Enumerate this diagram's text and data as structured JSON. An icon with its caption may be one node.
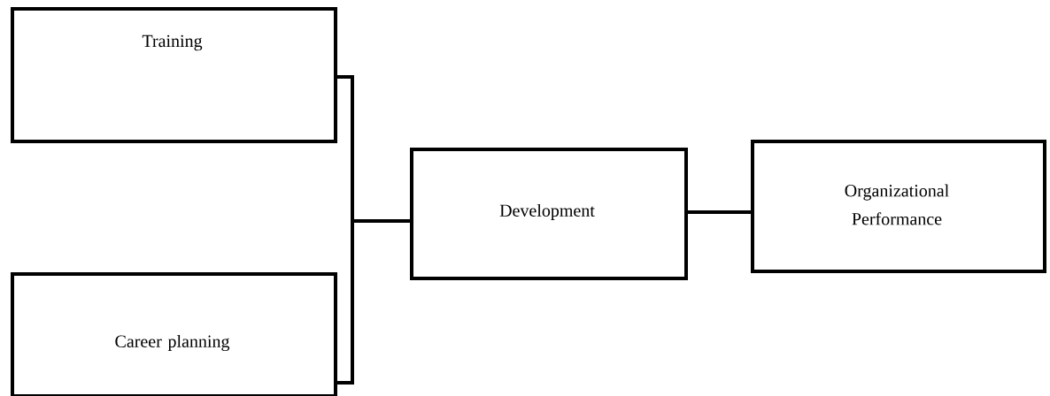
{
  "diagram": {
    "nodes": [
      {
        "text": [
          "Training"
        ]
      },
      {
        "text": [
          "Career planning"
        ]
      },
      {
        "text": [
          "Development"
        ]
      },
      {
        "text": [
          "Organizational Performance"
        ]
      }
    ],
    "edges": [
      {
        "from": 0,
        "to": 2,
        "arrow": "none"
      },
      {
        "from": 1,
        "to": 2,
        "arrow": "none"
      },
      {
        "from": 2,
        "to": 3,
        "arrow": "none"
      }
    ]
  }
}
